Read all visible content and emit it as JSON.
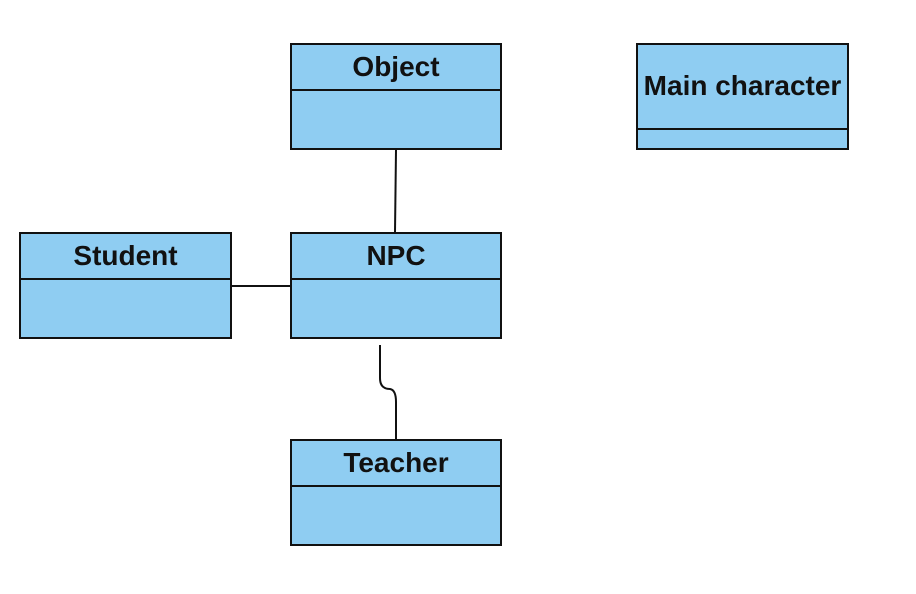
{
  "diagram": {
    "classes": {
      "object": {
        "name": "Object"
      },
      "main_character": {
        "name": "Main character"
      },
      "student": {
        "name": "Student"
      },
      "npc": {
        "name": "NPC"
      },
      "teacher": {
        "name": "Teacher"
      }
    },
    "colors": {
      "box_fill": "#8fcdf2",
      "border": "#111111",
      "background": "#ffffff"
    },
    "connections": [
      {
        "from": "Object",
        "to": "NPC"
      },
      {
        "from": "Student",
        "to": "NPC"
      },
      {
        "from": "NPC",
        "to": "Teacher"
      }
    ]
  }
}
